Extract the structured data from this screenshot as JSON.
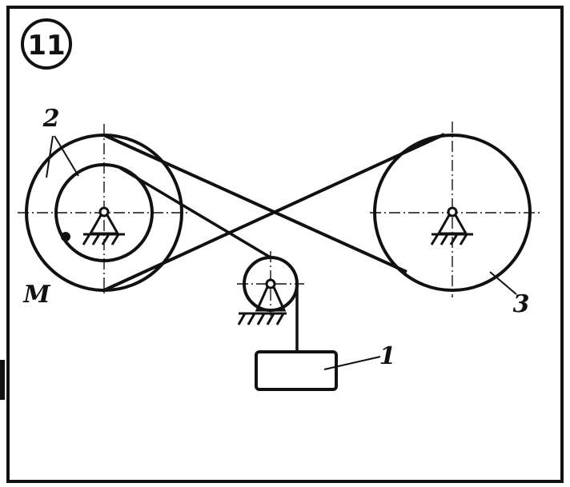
{
  "figure": {
    "number": "11",
    "labels": {
      "pulley_outer_and_inner": "2",
      "pulley_right": "3",
      "weight": "1",
      "point": "M"
    }
  }
}
